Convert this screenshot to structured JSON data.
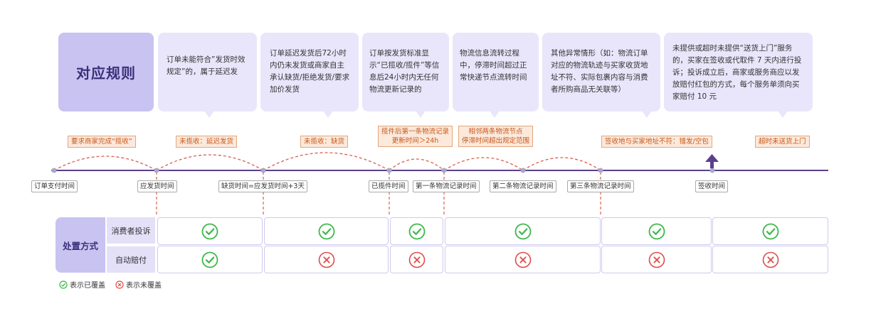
{
  "title": "对应规则",
  "bubbles": [
    "订单未能符合”发货时效规定”的，属于延迟发",
    "订单延迟发货后72小时内仍未发货或商家自主承认缺货/拒绝发货/要求加价发货",
    "订单按发货标准显示“已揽收/揽件”等信息后24小时内无任何物流更新记录的",
    "物流信息流转过程中，停滞时间超过正常快递节点流转时间",
    "其他异常情形（如：物流订单对应的物流轨迹与买家收货地址不符、实际包裹内容与消费者所购商品无关联等）",
    "未提供或超时未提供“送货上门”服务的，买家在签收或代取件 7 天内进行投诉；投诉成立后，商家或服务商应以发放赔付红包的方式，每个服务单须向买家赔付 10 元"
  ],
  "tags": [
    "要求商家完成“揽收”",
    "未揽收：延迟发货",
    "未揽收：缺货",
    "揽件后第一条物流记录\n更新时间＞24h",
    "相邻两条物流节点\n停滞时间超出规定范围",
    "签收地与买家地址不符：错发/空包",
    "超时未送货上门"
  ],
  "timeline": [
    "订单支付时间",
    "应发货时间",
    "缺货时间=应发货时间+3天",
    "已揽件时间",
    "第一条物流记录时间",
    "第二条物流记录时间",
    "第三条物流记录时间",
    "签收时间"
  ],
  "grid": {
    "header": "处置方式",
    "rows": [
      {
        "label": "消费者投诉",
        "cells": [
          "check",
          "check",
          "check",
          "check",
          "check",
          "check"
        ]
      },
      {
        "label": "自动赔付",
        "cells": [
          "check",
          "cross",
          "cross",
          "cross",
          "cross",
          "cross"
        ]
      }
    ]
  },
  "legend": {
    "covered": "表示已覆盖",
    "not_covered": "表示未覆盖"
  },
  "colors": {
    "purple": "#5b3f8c",
    "check": "#3db84a",
    "cross": "#e24a4a",
    "dash": "#d9604a"
  }
}
